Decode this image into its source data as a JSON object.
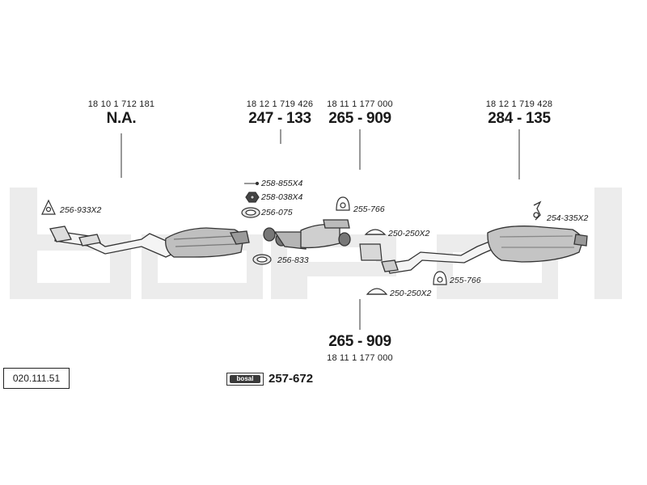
{
  "catalog_ref": "020.111.51",
  "watermark_text": "bosal",
  "callouts": {
    "front": {
      "oe": "18 10 1 712 181",
      "part": "N.A."
    },
    "middle_left": {
      "oe": "18 12 1 719 426",
      "part": "247 - 133"
    },
    "middle_right": {
      "oe": "18 11 1 177 000",
      "part": "265 - 909"
    },
    "rear": {
      "oe": "18 12 1 719 428",
      "part": "284 - 135"
    },
    "lower": {
      "part": "265 - 909",
      "oe": "18 11 1 177 000"
    }
  },
  "parts": {
    "gasket_front": "256-933X2",
    "bolt": "258-855X4",
    "nut": "258-038X4",
    "ring_top": "256-075",
    "ring_bottom": "256-833",
    "hanger_top": "255-766",
    "clamp_top": "250-250X2",
    "hanger_bottom": "255-766",
    "clamp_bottom": "250-250X2",
    "rear_hanger": "254-335X2"
  },
  "kit": {
    "logo_text": "bosal",
    "number": "257-672"
  }
}
